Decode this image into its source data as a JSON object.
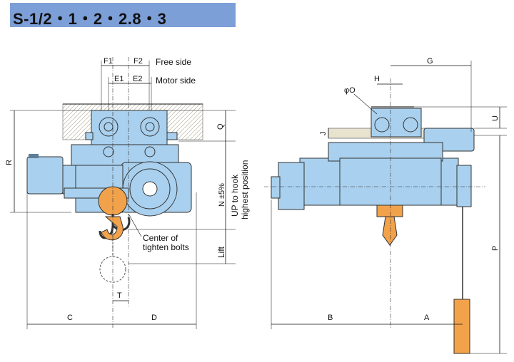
{
  "title": "S-1/2・1・2・2.8・3",
  "labels": {
    "F1": "F1",
    "F2": "F2",
    "E1": "E1",
    "E2": "E2",
    "free_side": "Free side",
    "motor_side": "Motor side",
    "R": "R",
    "Q": "Q",
    "N": "N ±5%",
    "up_to_hook": "UP to hook",
    "highest_position": "highest position",
    "lift": "Lift",
    "center_of": "Center of",
    "tighten_bolts": "tighten bolts",
    "T": "T",
    "C": "C",
    "D": "D",
    "G": "G",
    "H": "H",
    "phiO": "φO",
    "J": "J",
    "U": "U",
    "P": "P",
    "B": "B",
    "A": "A"
  },
  "colors": {
    "body_blue": "#a9d0ee",
    "body_dark": "#5d7f99",
    "hook_orange": "#f2a24a",
    "rail_fill": "#e8e3cf",
    "title_bg": "#7d9fd8"
  }
}
